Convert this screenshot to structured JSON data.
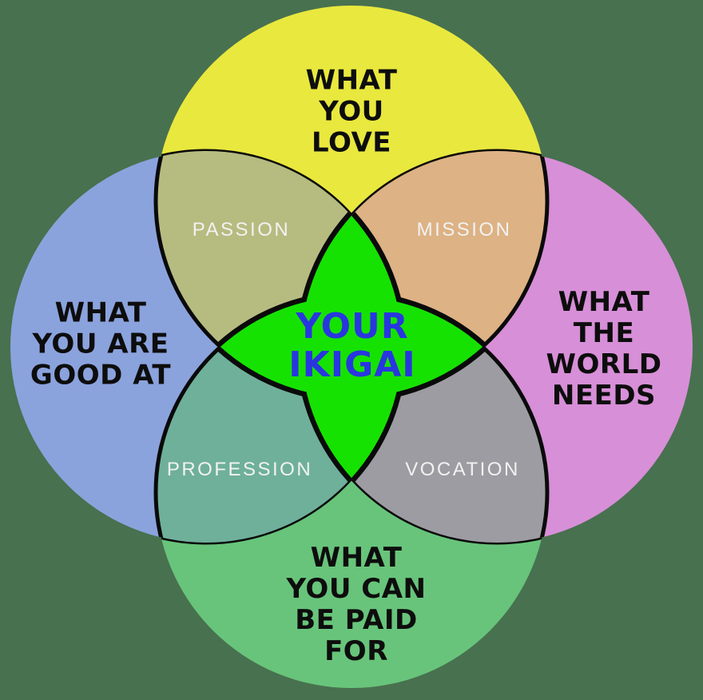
{
  "diagram": {
    "name": "Ikigai venn diagram",
    "background_color": "#48714f",
    "outline_color": "#0a0a0a",
    "circle_label_color": "#0d0d0d",
    "overlap_label_color": "#f2f2f2",
    "circles": {
      "love": {
        "label": "WHAT\nYOU\nLOVE",
        "color": "#e9e83e"
      },
      "good_at": {
        "label": "WHAT\nYOU ARE\nGOOD AT",
        "color": "#8ba3dd"
      },
      "world_needs": {
        "label": "WHAT\nTHE\nWORLD\nNEEDS",
        "color": "#d78fd8"
      },
      "paid_for": {
        "label": "WHAT\nYOU CAN\nBE PAID\nFOR",
        "color": "#68c47b"
      }
    },
    "overlaps": {
      "passion": {
        "label": "PASSION",
        "color": "#b6bc80"
      },
      "mission": {
        "label": "MISSION",
        "color": "#ddb284"
      },
      "profession": {
        "label": "PROFESSION",
        "color": "#6fb09b"
      },
      "vocation": {
        "label": "VOCATION",
        "color": "#9c9ca2"
      }
    },
    "center": {
      "label": "YOUR\nIKIGAI",
      "color": "#16e202",
      "text_color": "#2936e0"
    }
  }
}
